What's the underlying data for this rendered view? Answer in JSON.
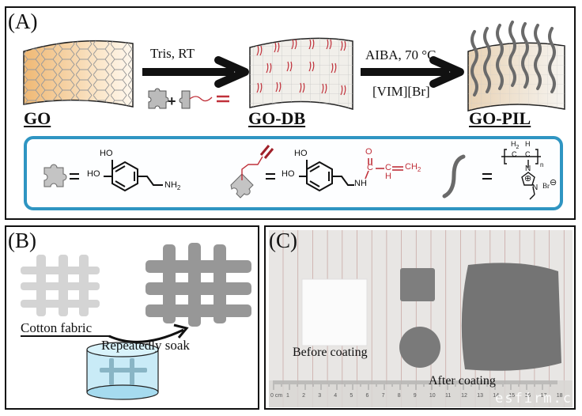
{
  "panel_a": {
    "label": "(A)",
    "step1": {
      "conditions_top": "Tris, RT",
      "reagents_bottom": "puzzle-piece + puzzle-piece-with-vinyl-chain"
    },
    "step2": {
      "conditions_top": "AIBA, 70 °C",
      "conditions_bottom": "[VIM][Br]"
    },
    "products": [
      "GO",
      "GO-DB",
      "GO-PIL"
    ],
    "legend": {
      "dopamine": {
        "equals": "=",
        "oh1": "HO",
        "oh2": "HO",
        "amine": "NH",
        "amine_sub": "2"
      },
      "dopamine_acrylamide": {
        "equals": "=",
        "oh1": "HO",
        "oh2": "HO",
        "nh": "NH",
        "o": "O",
        "c1": "C",
        "c2": "C",
        "h": "H",
        "ch2": "CH",
        "ch2_sub": "2"
      },
      "pil": {
        "equals": "=",
        "h2": "H",
        "h2_sub": "2",
        "h": "H",
        "c1": "C",
        "c2": "C",
        "n_sub": "n",
        "n1": "N",
        "n2": "N",
        "plus": "⊕",
        "br": "Br",
        "minus": "⊖"
      }
    },
    "colors": {
      "legend_border": "#2f95c2",
      "accent_red": "#c0303a",
      "go_orange": "#f0c284"
    }
  },
  "panel_b": {
    "label": "(B)",
    "cotton_label": "Cotton fabric",
    "soak_label": "Repeatedly soak"
  },
  "panel_c": {
    "label": "(C)",
    "before_label": "Before coating",
    "after_label": "After coating",
    "ruler_unit": "0 cm",
    "ruler_ticks": [
      "1",
      "2",
      "3",
      "4",
      "5",
      "6",
      "7",
      "8",
      "9",
      "10",
      "11",
      "12",
      "13",
      "14",
      "15",
      "16",
      "17",
      "18"
    ],
    "watermark": "esfirm.c"
  }
}
